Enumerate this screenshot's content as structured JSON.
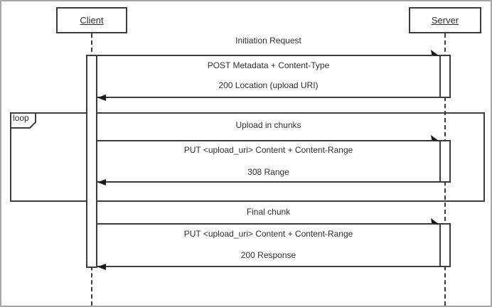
{
  "diagram": {
    "type": "uml-sequence",
    "actors": [
      {
        "id": "client",
        "label": "Client"
      },
      {
        "id": "server",
        "label": "Server"
      }
    ],
    "loop": {
      "label": "loop",
      "title": "Upload in chunks"
    },
    "sections": [
      {
        "title": "Initiation Request",
        "request": "POST Metadata + Content-Type",
        "response": "200 Location (upload URI)",
        "in_loop": false
      },
      {
        "title": "Upload in chunks",
        "request": "PUT <upload_uri> Content + Content-Range",
        "response": "308 Range",
        "in_loop": true
      },
      {
        "title": "Final chunk",
        "request": "PUT <upload_uri> Content + Content-Range",
        "response": "200 Response",
        "in_loop": false
      }
    ],
    "colors": {
      "line": "#3c3c3c",
      "text": "#2e2e2e",
      "background": "#ffffff",
      "frame_border": "#a8a8a8"
    }
  }
}
